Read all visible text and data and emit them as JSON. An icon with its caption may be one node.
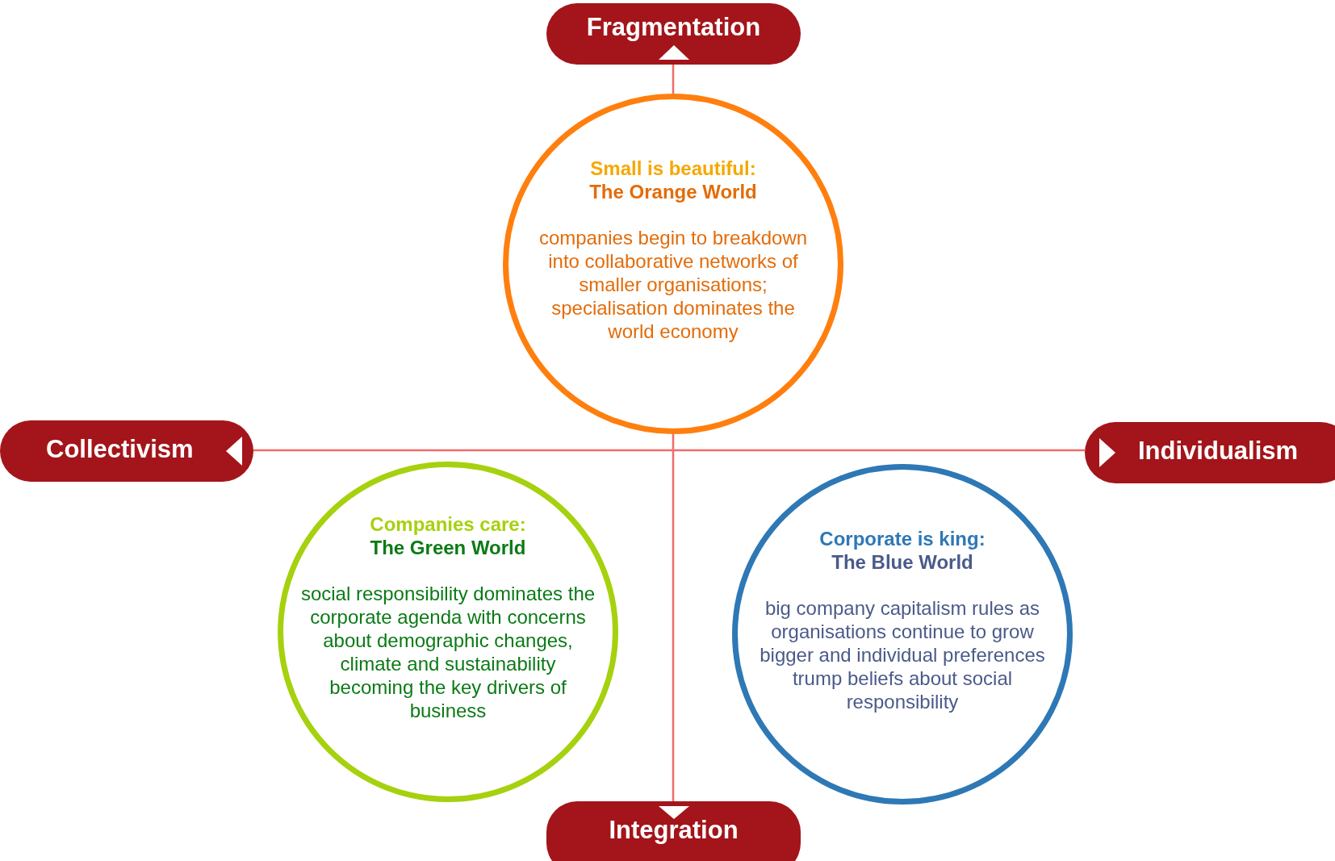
{
  "diagram": {
    "nodes": [
      {
        "text": [
          "Fragmentation"
        ]
      },
      {
        "text": [
          "Small is beautiful:",
          "The Orange World",
          "companies begin to breakdown into collaborative networks of smaller organisations; specialisation dominates the world economy"
        ]
      },
      {
        "text": [
          "Collectivism"
        ]
      },
      {
        "text": [
          "Individualism"
        ]
      },
      {
        "text": [
          "Companies care:",
          "The Green World",
          "social responsibility dominates the corporate agenda with concerns about demographic changes, climate and sustainability becoming the key drivers of business"
        ]
      },
      {
        "text": [
          "Corporate is king:",
          "The Blue World",
          "big company capitalism rules as organisations continue to grow bigger and individual preferences trump beliefs about social responsibility"
        ]
      },
      {
        "text": [
          "Integration"
        ]
      }
    ],
    "edges": [
      {
        "from": 2,
        "to": 3,
        "arrow": "none"
      },
      {
        "from": 0,
        "to": 1,
        "arrow": "none"
      },
      {
        "from": 1,
        "to": 6,
        "arrow": "none"
      }
    ]
  }
}
